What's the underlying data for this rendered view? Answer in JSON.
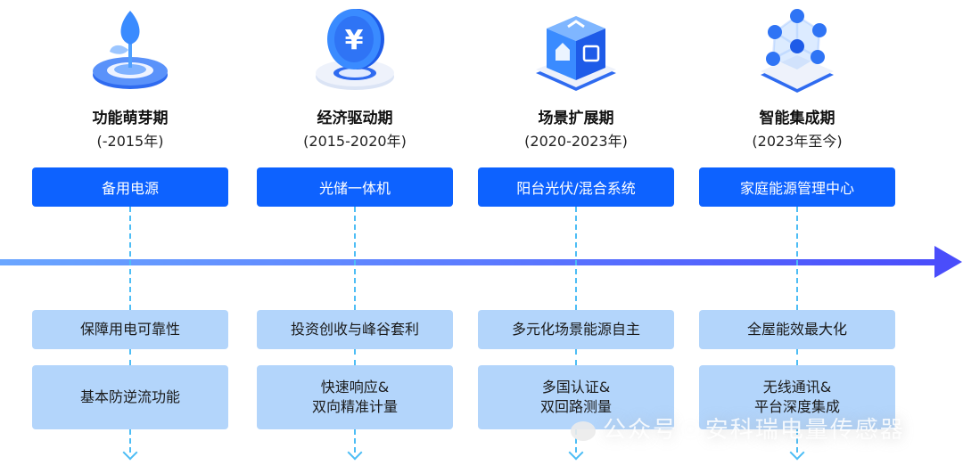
{
  "colors": {
    "primary_box": "#0d62ff",
    "feature_box": "#b3d5fb",
    "dash_line": "#4dbdf5",
    "timeline_start": "#6aa6ff",
    "timeline_end": "#4a4dfb"
  },
  "stages": [
    {
      "icon": "sprout-icon",
      "title": "功能萌芽期",
      "period": "(-2015年)",
      "product": "备用电源",
      "features": [
        "保障用电可靠性",
        "基本防逆流功能"
      ]
    },
    {
      "icon": "yuan-coin-icon",
      "title": "经济驱动期",
      "period": "(2015-2020年)",
      "product": "光储一体机",
      "features": [
        "投资创收与峰谷套利",
        "快速响应&\n双向精准计量"
      ]
    },
    {
      "icon": "house-cube-icon",
      "title": "场景扩展期",
      "period": "(2020-2023年)",
      "product": "阳台光伏/混合系统",
      "features": [
        "多元化场景能源自主",
        "多国认证&\n双回路测量"
      ]
    },
    {
      "icon": "network-molecule-icon",
      "title": "智能集成期",
      "period": "(2023年至今)",
      "product": "家庭能源管理中心",
      "features": [
        "全屋能效最大化",
        "无线通讯&\n平台深度集成"
      ]
    }
  ],
  "watermark": "公众号 · 安科瑞电量传感器"
}
